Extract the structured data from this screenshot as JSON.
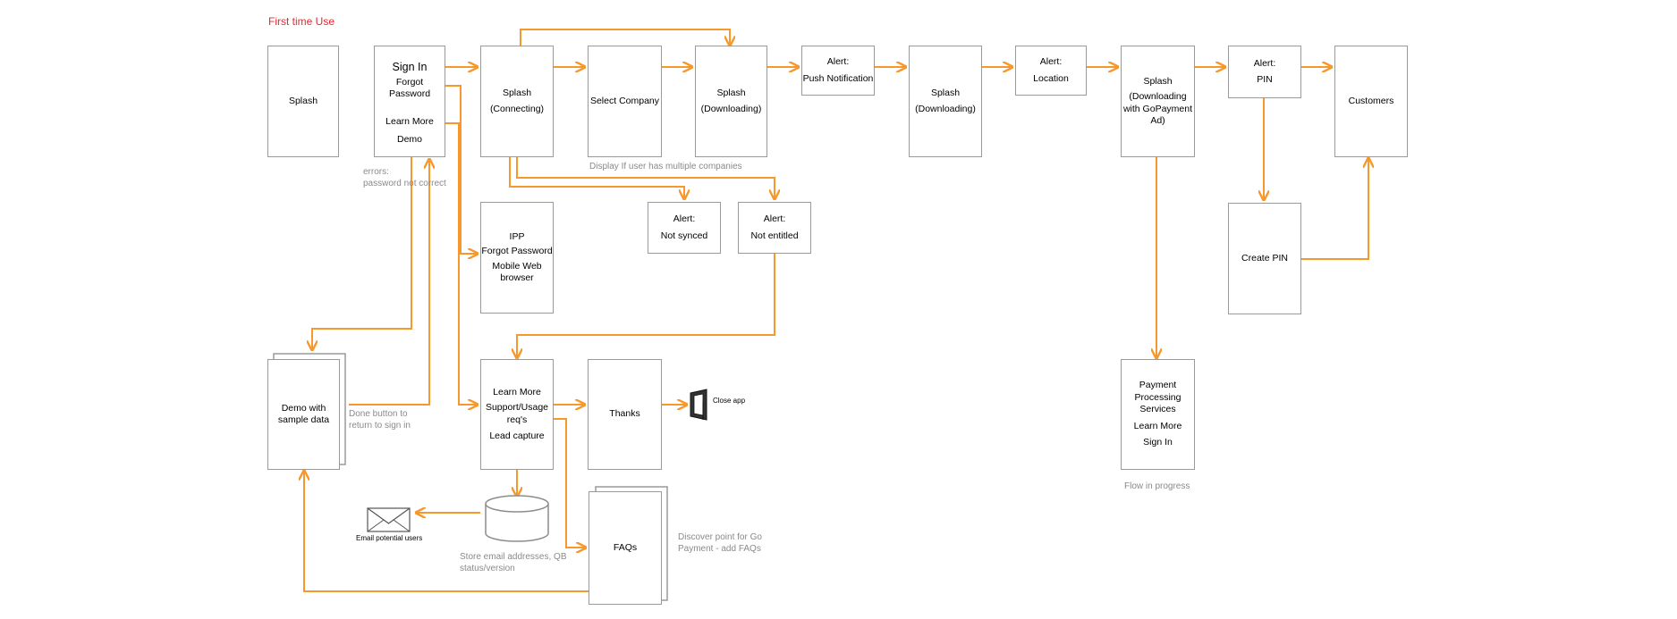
{
  "title": "First time Use",
  "colors": {
    "title": "#e8262f",
    "arrow": "#f7982d",
    "box_border": "#9a9a9a",
    "note": "#8a8a8a"
  },
  "boxes": {
    "splash_1": {
      "lines": [
        "Splash"
      ]
    },
    "sign_in": {
      "primary": "Sign In",
      "forgot": "Forgot Password",
      "learn_more": "Learn More",
      "demo": "Demo"
    },
    "splash_connecting": {
      "lines": [
        "Splash",
        "(Connecting)"
      ]
    },
    "select_company": {
      "lines": [
        "Select Company"
      ]
    },
    "splash_downloading_1": {
      "lines": [
        "Splash",
        "(Downloading)"
      ]
    },
    "alert_push": {
      "lines": [
        "Alert:",
        "Push Notification"
      ]
    },
    "splash_downloading_2": {
      "lines": [
        "Splash",
        "(Downloading)"
      ]
    },
    "alert_location": {
      "lines": [
        "Alert:",
        "Location"
      ]
    },
    "splash_gopayment": {
      "lines": [
        "Splash",
        "(Downloading",
        "with GoPayment",
        "Ad)"
      ]
    },
    "alert_pin": {
      "lines": [
        "Alert:",
        "PIN"
      ]
    },
    "customers": {
      "lines": [
        "Customers"
      ]
    },
    "ipp": {
      "lines": [
        "IPP",
        "Forgot Password",
        "Mobile Web",
        "browser"
      ]
    },
    "alert_not_synced": {
      "lines": [
        "Alert:",
        "Not synced"
      ]
    },
    "alert_not_entitled": {
      "lines": [
        "Alert:",
        "Not entitled"
      ]
    },
    "create_pin": {
      "lines": [
        "Create PIN"
      ]
    },
    "demo_sample": {
      "lines": [
        "Demo with",
        "sample data"
      ]
    },
    "learn_more": {
      "lines": [
        "Learn More",
        "Support/Usage",
        "req's",
        "Lead capture"
      ]
    },
    "thanks": {
      "lines": [
        "Thanks"
      ]
    },
    "payment": {
      "lines": [
        "Payment",
        "Processing",
        "Services",
        "Learn More",
        "Sign In"
      ]
    },
    "faqs": {
      "lines": [
        "FAQs"
      ]
    }
  },
  "notes": {
    "errors": [
      "errors:",
      "password not correct"
    ],
    "multiple_companies": "Display If user has multiple companies",
    "done_button": [
      "Done button to",
      "return to sign in"
    ],
    "store_email": [
      "Store email addresses, QB",
      "status/version"
    ],
    "discover_point": [
      "Discover point for Go",
      "Payment - add FAQs"
    ],
    "flow_in_progress": "Flow in progress",
    "close_app": "Close app",
    "email_users": "Email potential users"
  },
  "icons": [
    "close-app-icon",
    "envelope-icon",
    "database-icon"
  ]
}
